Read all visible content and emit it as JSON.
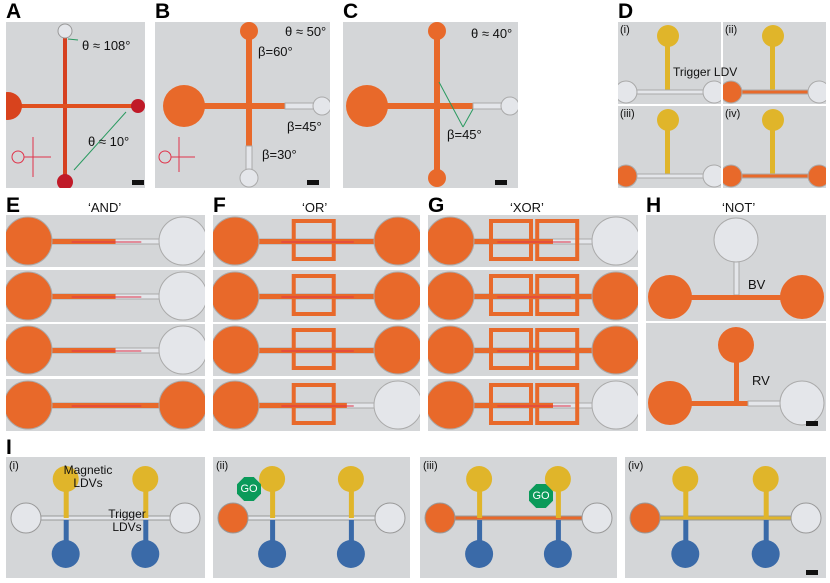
{
  "panel_labels": {
    "a": "A",
    "b": "B",
    "c": "C",
    "d": "D",
    "e": "E",
    "f": "F",
    "g": "G",
    "h": "H",
    "i": "I"
  },
  "a": {
    "top": "θ ≈ 108°",
    "bottom": "θ ≈ 10°"
  },
  "b": {
    "theta": "θ ≈ 50°",
    "beta_top": "β=60°",
    "beta_right": "β=45°",
    "beta_bottom": "β=30°"
  },
  "c": {
    "theta": "θ ≈ 40°",
    "beta": "β=45°"
  },
  "d": {
    "sub": [
      "(i)",
      "(ii)",
      "(iii)",
      "(iv)"
    ],
    "trigger": "Trigger LDV"
  },
  "e": {
    "title": "‘AND’"
  },
  "f": {
    "title": "‘OR’"
  },
  "g": {
    "title": "‘XOR’"
  },
  "h": {
    "title": "‘NOT’",
    "bv": "BV",
    "rv": "RV"
  },
  "i": {
    "sub": [
      "(i)",
      "(ii)",
      "(iii)",
      "(iv)"
    ],
    "magnetic": "Magnetic LDVs",
    "trigger": "Trigger LDVs",
    "go": "GO"
  },
  "colors": {
    "orange": "#e8692a",
    "yellow": "#e0b52a",
    "blue": "#2f5f9a",
    "red": "#c81e2a",
    "bg": "#d4d6d8"
  }
}
